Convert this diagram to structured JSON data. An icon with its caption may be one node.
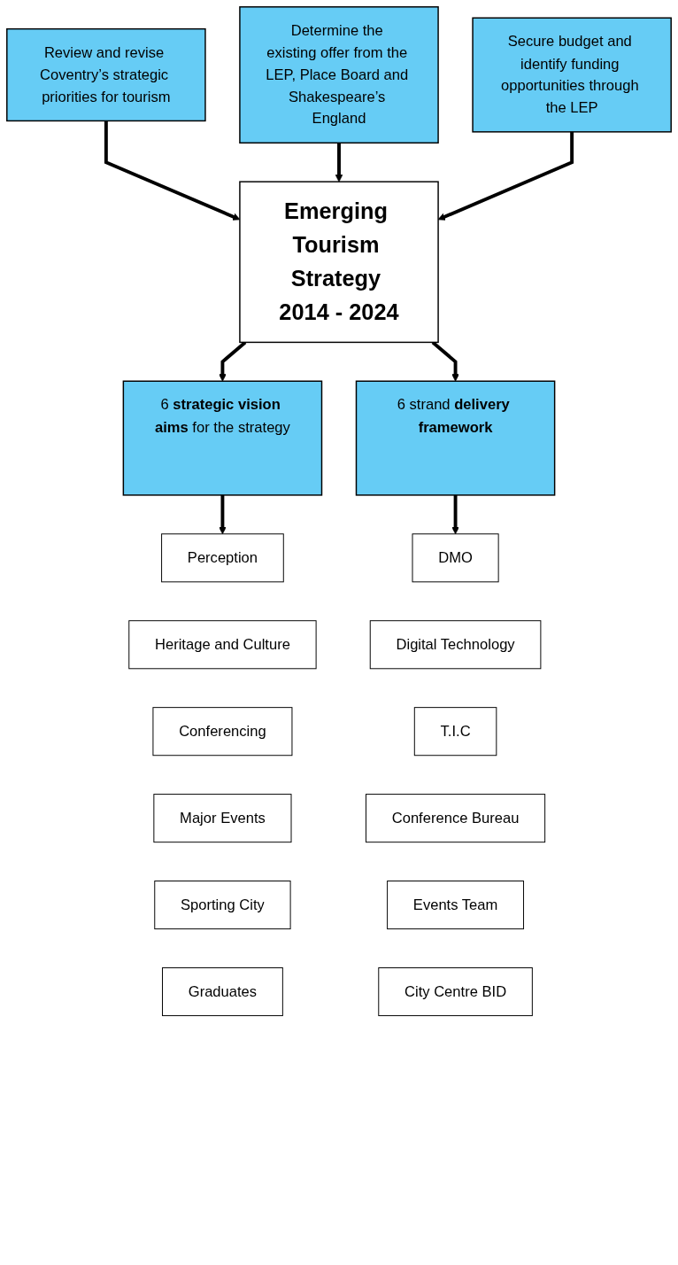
{
  "diagram": {
    "nodes": [
      {
        "text": [
          "Review and revise Coventry’s strategic priorities for tourism"
        ]
      },
      {
        "text": [
          "Determine the existing offer from the LEP, Place Board and Shakespeare’s England"
        ]
      },
      {
        "text": [
          "Secure budget and identify funding opportunities through the LEP"
        ]
      },
      {
        "text": [
          "Emerging Tourism Strategy 2014 - 2024"
        ]
      },
      {
        "text": [
          "6 **strategic vision aims** for the strategy"
        ]
      },
      {
        "text": [
          "6 strand **delivery framework**"
        ]
      },
      {
        "text": [
          "Perception"
        ]
      },
      {
        "text": [
          "Heritage and Culture"
        ]
      },
      {
        "text": [
          "Conferencing"
        ]
      },
      {
        "text": [
          "Major Events"
        ]
      },
      {
        "text": [
          "Sporting City"
        ]
      },
      {
        "text": [
          "Graduates"
        ]
      },
      {
        "text": [
          "DMO"
        ]
      },
      {
        "text": [
          "Digital Technology"
        ]
      },
      {
        "text": [
          "T.I.C"
        ]
      },
      {
        "text": [
          "Conference Bureau"
        ]
      },
      {
        "text": [
          "Events Team"
        ]
      },
      {
        "text": [
          "City Centre BID"
        ]
      }
    ],
    "edges": [
      {
        "from": 0,
        "to": 3,
        "arrow": "to"
      },
      {
        "from": 1,
        "to": 3,
        "arrow": "to"
      },
      {
        "from": 2,
        "to": 3,
        "arrow": "to"
      },
      {
        "from": 3,
        "to": 4,
        "arrow": "to"
      },
      {
        "from": 3,
        "to": 5,
        "arrow": "to"
      },
      {
        "from": 4,
        "to": 6,
        "arrow": "to"
      },
      {
        "from": 5,
        "to": 12,
        "arrow": "to"
      }
    ]
  }
}
